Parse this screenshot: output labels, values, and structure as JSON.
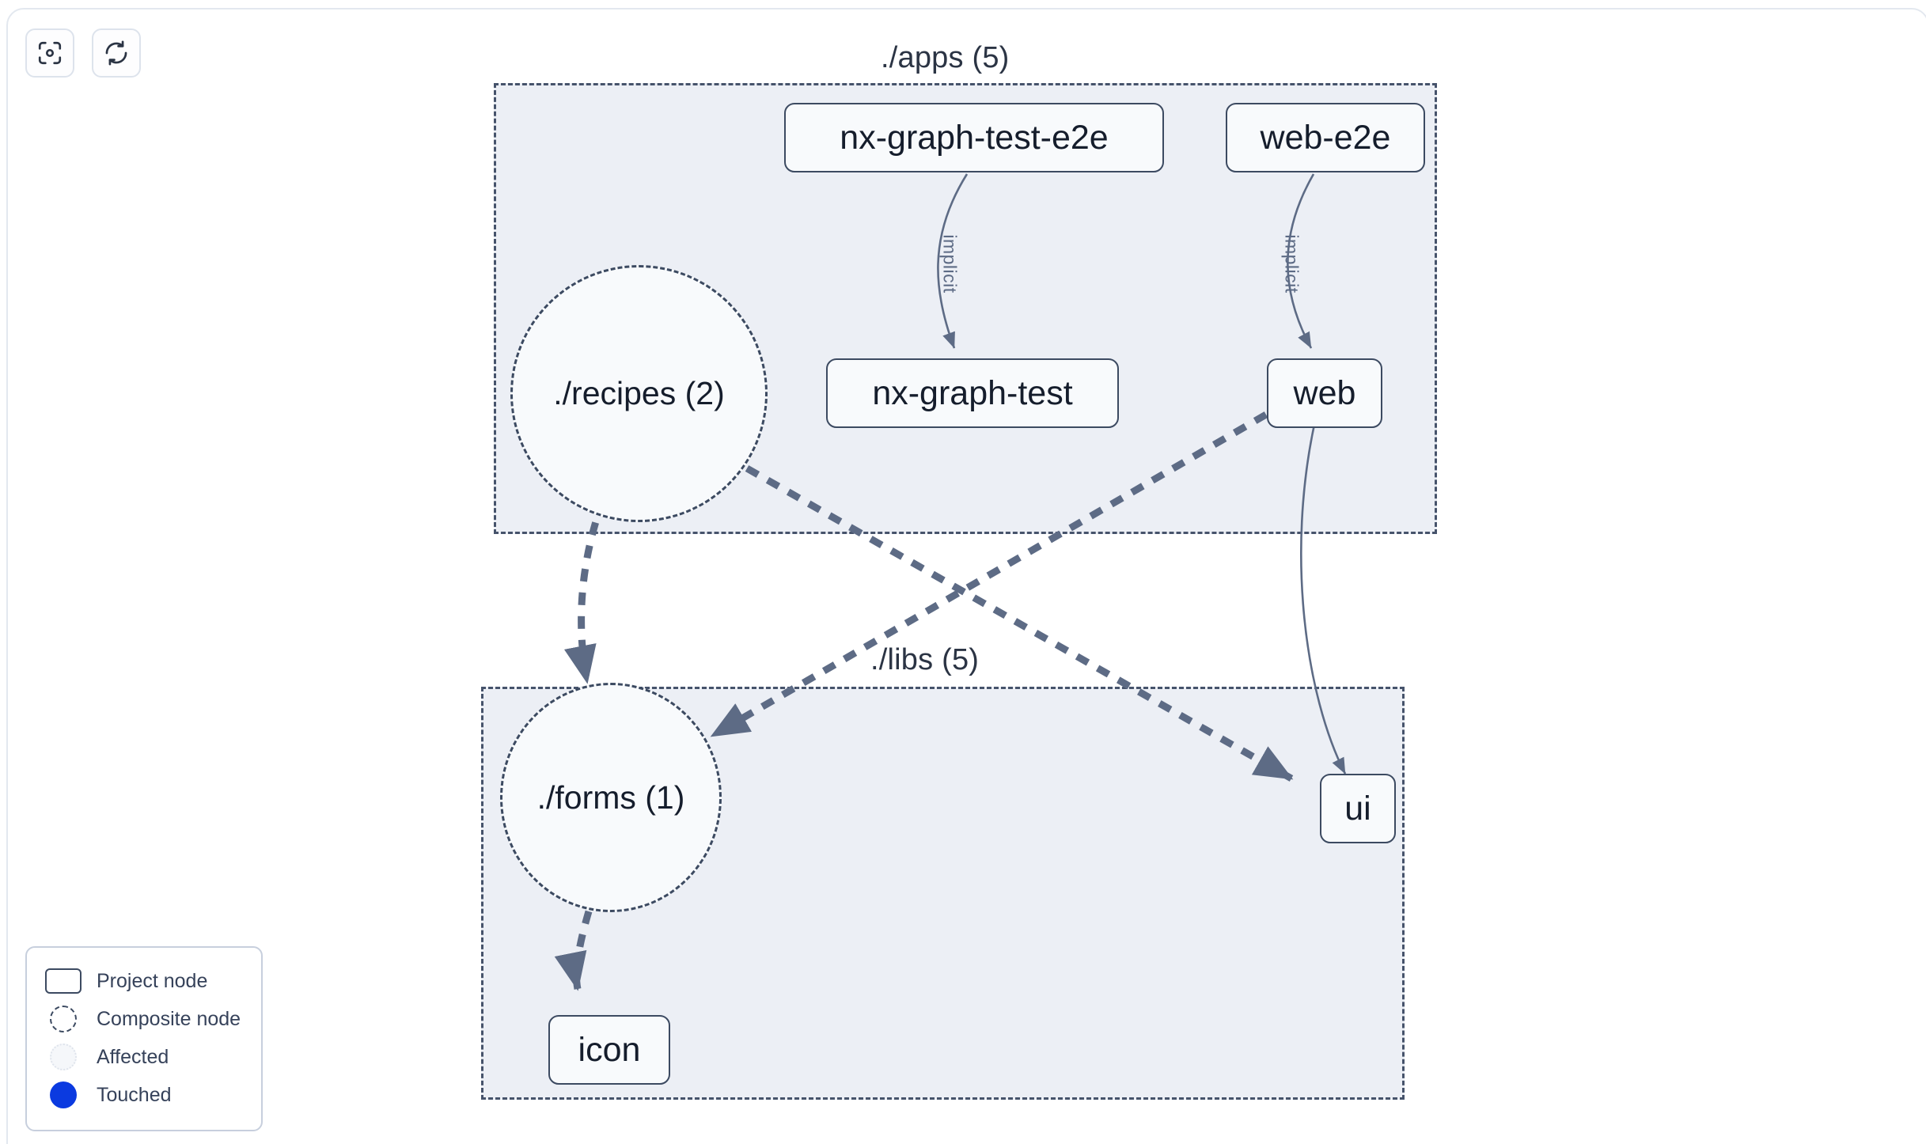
{
  "toolbar": {
    "buttons": [
      {
        "name": "focus-graph-button",
        "icon": "focus-target-icon",
        "label": "Focus"
      },
      {
        "name": "refresh-graph-button",
        "icon": "refresh-icon",
        "label": "Refresh"
      }
    ]
  },
  "graph": {
    "groups": [
      {
        "id": "apps",
        "label": "./apps (5)"
      },
      {
        "id": "libs",
        "label": "./libs (5)"
      }
    ],
    "nodes": [
      {
        "id": "nx-graph-test-e2e",
        "label": "nx-graph-test-e2e",
        "kind": "project"
      },
      {
        "id": "web-e2e",
        "label": "web-e2e",
        "kind": "project"
      },
      {
        "id": "nx-graph-test",
        "label": "nx-graph-test",
        "kind": "project"
      },
      {
        "id": "web",
        "label": "web",
        "kind": "project"
      },
      {
        "id": "recipes",
        "label": "./recipes (2)",
        "kind": "composite"
      },
      {
        "id": "forms",
        "label": "./forms (1)",
        "kind": "composite"
      },
      {
        "id": "ui",
        "label": "ui",
        "kind": "project"
      },
      {
        "id": "icon",
        "label": "icon",
        "kind": "project"
      }
    ],
    "edges": [
      {
        "from": "nx-graph-test-e2e",
        "to": "nx-graph-test",
        "label": "implicit",
        "style": "solid"
      },
      {
        "from": "web-e2e",
        "to": "web",
        "label": "implicit",
        "style": "solid"
      },
      {
        "from": "web",
        "to": "ui",
        "label": "",
        "style": "solid"
      },
      {
        "from": "recipes",
        "to": "forms",
        "label": "",
        "style": "dashed"
      },
      {
        "from": "recipes",
        "to": "ui",
        "label": "",
        "style": "dashed"
      },
      {
        "from": "web",
        "to": "forms",
        "label": "",
        "style": "dashed"
      },
      {
        "from": "forms",
        "to": "icon",
        "label": "",
        "style": "dashed"
      }
    ],
    "edge_labels": [
      {
        "id": "edge-label-nx-graph-test",
        "text": "implicit"
      },
      {
        "id": "edge-label-web",
        "text": "implicit"
      }
    ]
  },
  "legend": {
    "items": [
      {
        "glyph": "project-node-glyph",
        "label": "Project node"
      },
      {
        "glyph": "composite-node-glyph",
        "label": "Composite node"
      },
      {
        "glyph": "affected-node-glyph",
        "label": "Affected"
      },
      {
        "glyph": "touched-node-glyph",
        "label": "Touched"
      }
    ]
  },
  "colors": {
    "node_border": "#3c4a61",
    "node_fill": "#f8fafc",
    "group_fill": "#eceff5",
    "group_border": "#46536b",
    "edge": "#5d6b85",
    "touched": "#0b3ae0",
    "page_bg": "#ffffff"
  }
}
